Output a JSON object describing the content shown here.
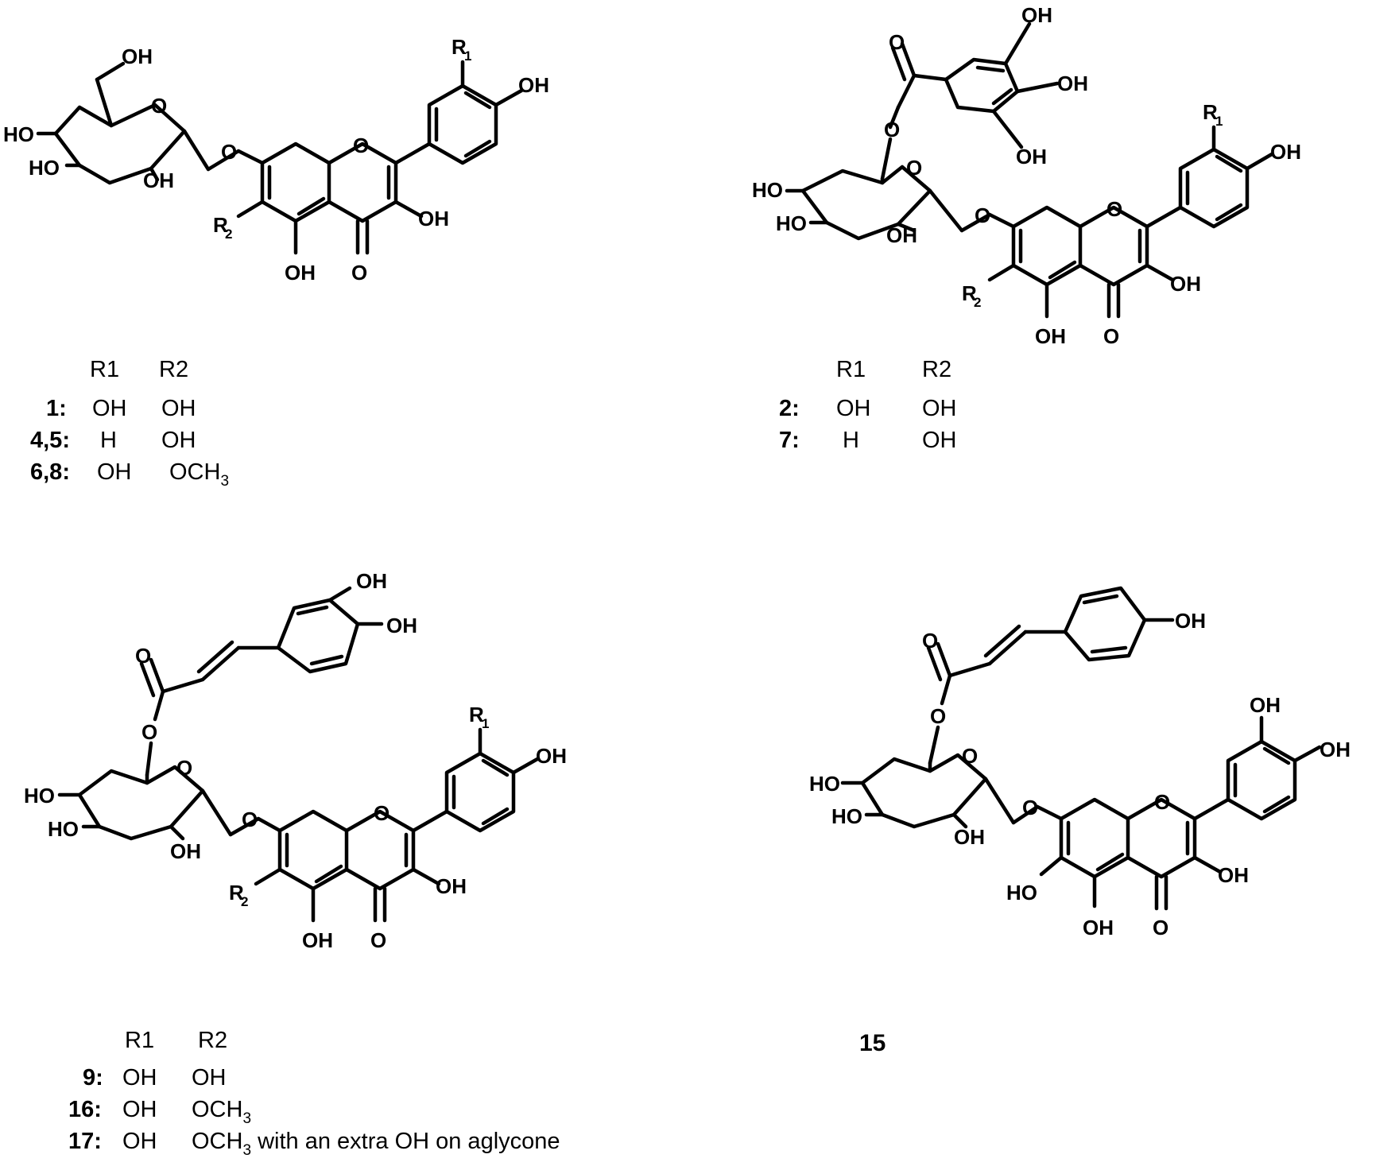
{
  "atoms": {
    "OH": "OH",
    "HO": "HO",
    "O": "O",
    "R1": "R",
    "R2": "R",
    "sub1": "1",
    "sub2": "2",
    "sub3": "3",
    "HO_low": "HO",
    "OCH": "OCH"
  },
  "table_1": {
    "header": [
      "R1",
      "R2"
    ],
    "rows": [
      {
        "id": "1:",
        "r1": "OH",
        "r2": "OH"
      },
      {
        "id": "4,5:",
        "r1": "H",
        "r2": "OH"
      },
      {
        "id": "6,8:",
        "r1": "OH",
        "r2": "OCH",
        "r2_sub": "3"
      }
    ]
  },
  "table_2": {
    "header": [
      "R1",
      "R2"
    ],
    "rows": [
      {
        "id": "2:",
        "r1": "OH",
        "r2": "OH"
      },
      {
        "id": "7:",
        "r1": "H",
        "r2": "OH"
      }
    ]
  },
  "table_3": {
    "header": [
      "R1",
      "R2"
    ],
    "rows": [
      {
        "id": "9:",
        "r1": "OH",
        "r2": "OH"
      },
      {
        "id": "16:",
        "r1": "OH",
        "r2": "OCH",
        "r2_sub": "3"
      },
      {
        "id": "17:",
        "r1": "OH",
        "r2": "OCH",
        "r2_sub": "3",
        "note": "with an extra OH on aglycone"
      }
    ]
  },
  "compound_15": "15"
}
